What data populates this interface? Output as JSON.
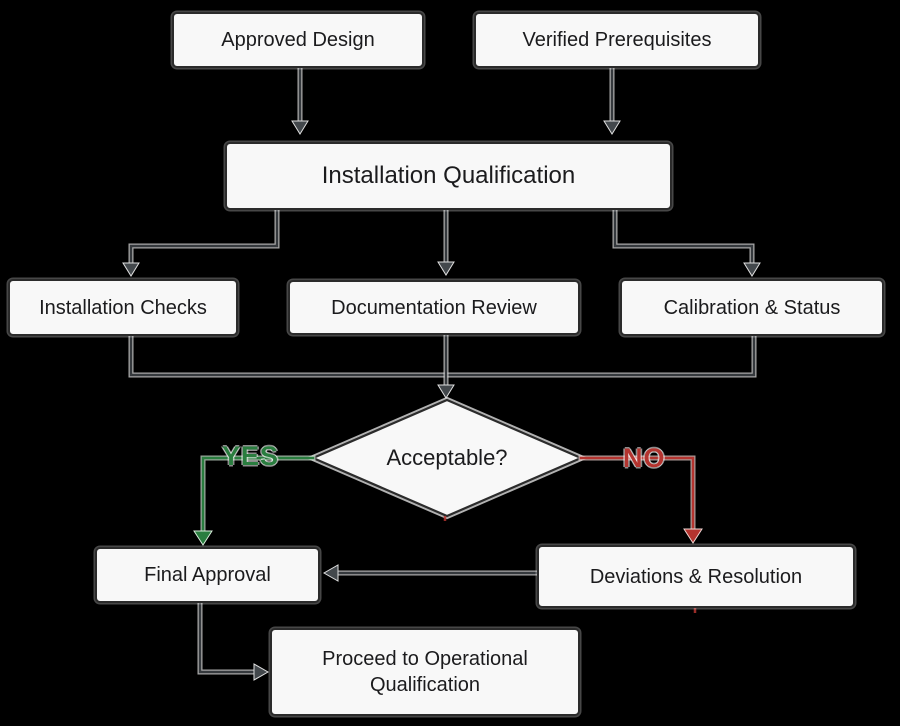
{
  "diagram": {
    "type": "flowchart",
    "nodes": {
      "approved_design": "Approved Design",
      "verified_prerequisites": "Verified Prerequisites",
      "installation_qualification": "Installation Qualification",
      "installation_checks": "Installation Checks",
      "documentation_review": "Documentation Review",
      "calibration_status": "Calibration & Status",
      "acceptable": "Acceptable?",
      "final_approval": "Final Approval",
      "deviations_resolution": "Deviations & Resolution",
      "proceed_oq": "Proceed to Operational Qualification"
    },
    "edge_labels": {
      "yes": "YES",
      "no": "NO"
    },
    "colors": {
      "background": "#000000",
      "node_fill": "#f8f8f8",
      "node_border": "#2b2b2b",
      "node_text": "#1b1b1d",
      "edge": "#35393d",
      "edge_halo": "#dedede",
      "yes_green": "#2a7d3f",
      "no_red": "#b4342f"
    }
  }
}
